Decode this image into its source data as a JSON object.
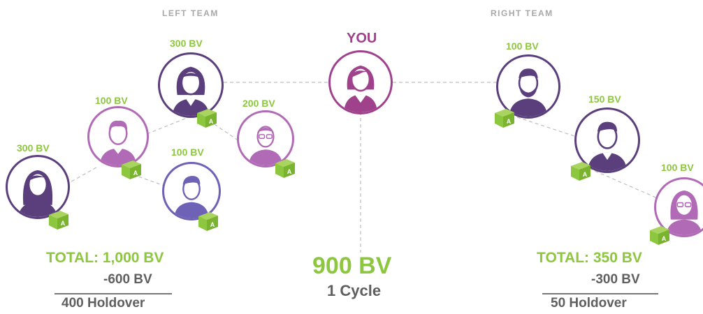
{
  "headers": {
    "left": "LEFT TEAM",
    "right": "RIGHT TEAM"
  },
  "center": {
    "you_label": "YOU",
    "total_bv": "900 BV",
    "cycle": "1 Cycle"
  },
  "left": {
    "members": [
      {
        "bv": "300 BV",
        "gender": "female"
      },
      {
        "bv": "100 BV",
        "gender": "male"
      },
      {
        "bv": "200 BV",
        "gender": "male-glasses"
      },
      {
        "bv": "100 BV",
        "gender": "male"
      },
      {
        "bv": "300 BV",
        "gender": "female"
      }
    ],
    "total": "TOTAL: 1,000 BV",
    "minus": "-600 BV",
    "holdover": "400 Holdover"
  },
  "right": {
    "members": [
      {
        "bv": "100 BV",
        "gender": "male-beard"
      },
      {
        "bv": "150 BV",
        "gender": "male"
      },
      {
        "bv": "100 BV",
        "gender": "female-glasses"
      }
    ],
    "total": "TOTAL: 350 BV",
    "minus": "-300 BV",
    "holdover": "50 Holdover"
  },
  "colors": {
    "accent_green": "#8dc63f",
    "purple_dark": "#5b3f7c",
    "purple_you": "#a0418c",
    "purple_light": "#b16ab5",
    "blue_purple": "#6d62b5",
    "text_gray": "#5f5f5f"
  },
  "icons": [
    "person-avatar-icon",
    "product-box-icon"
  ]
}
